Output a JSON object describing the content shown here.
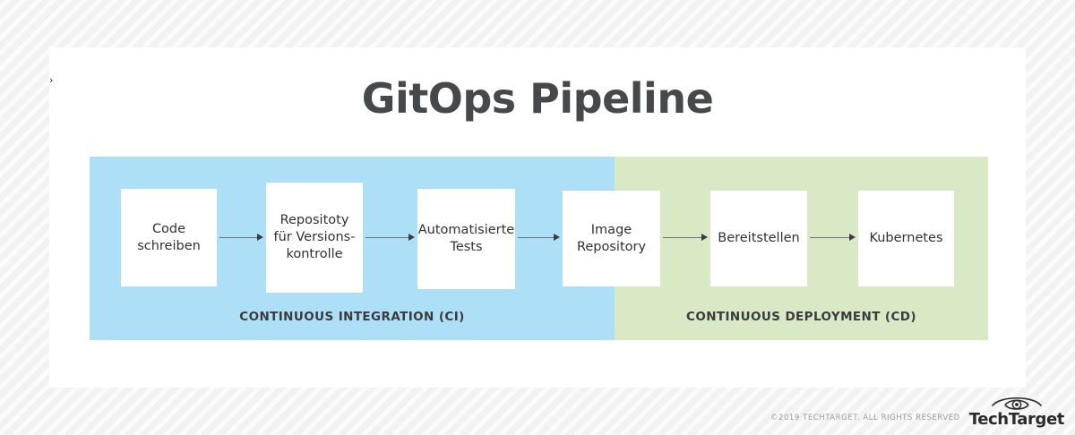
{
  "graphic": {
    "title": "GitOps Pipeline",
    "corner_glyph": "›"
  },
  "bands": [
    {
      "id": "ci",
      "label": "CONTINUOUS INTEGRATION (CI)",
      "color": "#ade0f7"
    },
    {
      "id": "cd",
      "label": "CONTINUOUS DEPLOYMENT (CD)",
      "color": "#d9e9c5"
    }
  ],
  "nodes": [
    {
      "id": "code",
      "label": "Code schreiben"
    },
    {
      "id": "repo",
      "label": "Repositoty für Versions-kontrolle"
    },
    {
      "id": "tests",
      "label": "Automatisierte Tests"
    },
    {
      "id": "image",
      "label": "Image Repository"
    },
    {
      "id": "deploy",
      "label": "Bereitstellen"
    },
    {
      "id": "k8s",
      "label": "Kubernetes"
    }
  ],
  "footer": {
    "copyright": "©2019 TECHTARGET. ALL RIGHTS RESERVED",
    "logo_word": "TechTarget"
  }
}
